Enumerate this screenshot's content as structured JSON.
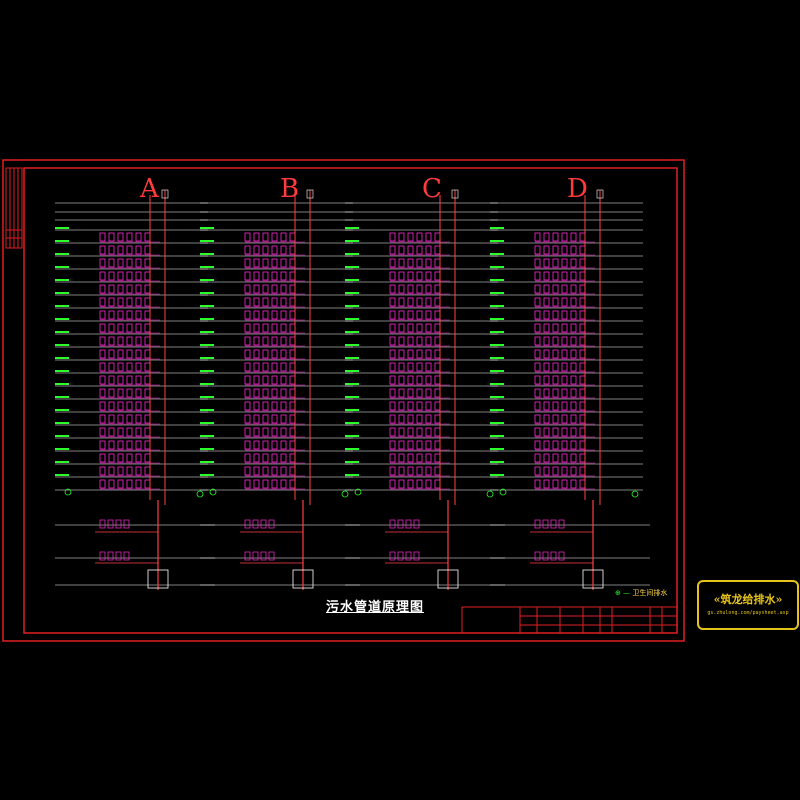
{
  "drawing": {
    "columns": [
      "A",
      "B",
      "C",
      "D"
    ],
    "title": "污水管道原理图",
    "legend_text": "卫生间排水",
    "floor_count": 20
  },
  "stamp": {
    "name": "«筑龙给排水»",
    "url": "gs.zhulong.com/paysheet.asp"
  },
  "colors": {
    "frame": "#e02020",
    "floor_line": "#ffffff",
    "fixture": "#ff2bd6",
    "pipe": "#ff4040",
    "label": "#2bff2b",
    "stamp": "#e6c31a"
  }
}
